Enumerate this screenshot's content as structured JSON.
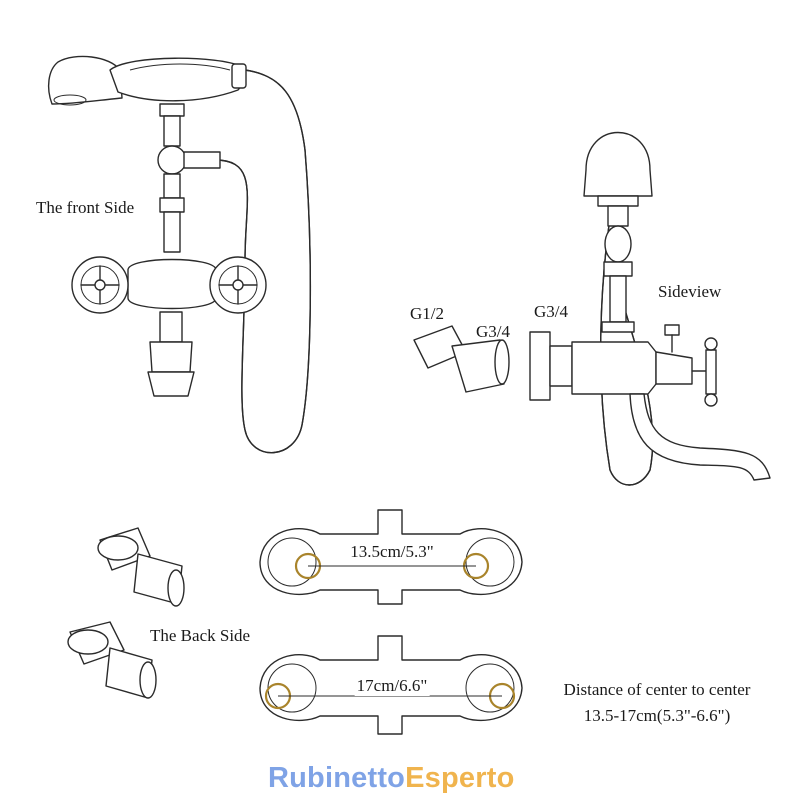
{
  "labels": {
    "front_side": "The front Side",
    "back_side": "The Back Side",
    "sideview": "Sideview",
    "thread_g12": "G1/2",
    "thread_g34_adapter": "G3/4",
    "thread_g34_body": "G3/4",
    "distance_small": "13.5cm/5.3\"",
    "distance_large": "17cm/6.6\"",
    "distance_caption_line1": "Distance of center to center",
    "distance_caption_line2": "13.5-17cm(5.3\"-6.6\")"
  },
  "brand": {
    "part1": "Rubinetto",
    "part2": "Esperto",
    "color1": "#7fa3e6",
    "color2": "#f0b44e"
  },
  "colors": {
    "line": "#2b2b2b",
    "highlight_ring": "#a9842b"
  }
}
